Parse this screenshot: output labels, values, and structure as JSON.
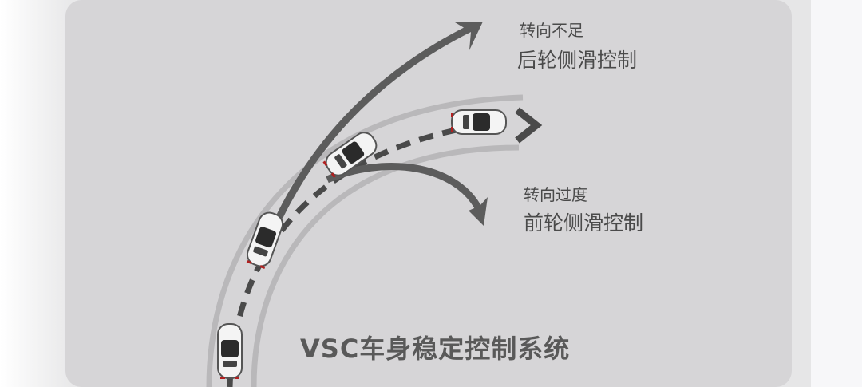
{
  "understeer": {
    "heading": "转向不足",
    "action": "后轮侧滑控制"
  },
  "oversteer": {
    "heading": "转向过度",
    "action": "前轮侧滑控制"
  },
  "title": "VSC车身稳定控制系统",
  "colors": {
    "panel": "#d6d5d7",
    "arrow": "#5c5c5c",
    "lane": "#b9b8ba",
    "text": "#4a4a4a"
  }
}
